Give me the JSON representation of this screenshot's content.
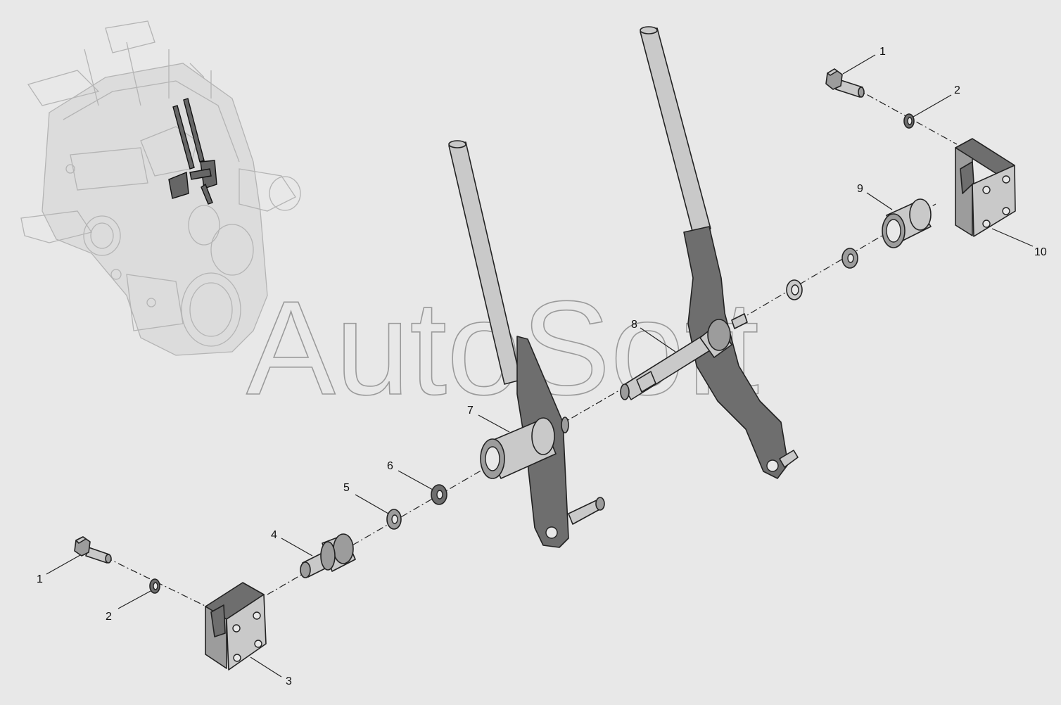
{
  "watermark": {
    "text": "AutoSoft"
  },
  "callouts": {
    "c1_top": "1",
    "c2_top": "2",
    "c10": "10",
    "c9": "9",
    "c8": "8",
    "c7": "7",
    "c6": "6",
    "c5": "5",
    "c4": "4",
    "c1_bottom": "1",
    "c2_bottom": "2",
    "c3": "3"
  },
  "colors": {
    "background": "#e8e8e8",
    "part_dark": "#6e6e6e",
    "part_mid": "#9c9c9c",
    "part_light": "#c9c9c9"
  }
}
